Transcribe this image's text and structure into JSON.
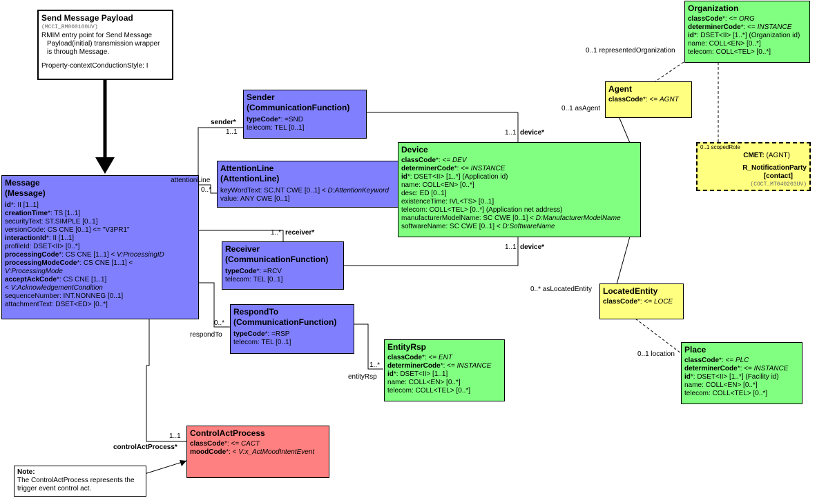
{
  "entry": {
    "title": "Send Message Payload",
    "id": "(MCCI_RM000100UV)",
    "desc1": "RMIM entry point for Send Message",
    "desc2": "Payload(initial) transmission wrapper",
    "desc3": "is through Message.",
    "prop": "Property-contextConductionStyle: I"
  },
  "message": {
    "title1": "Message",
    "title2": "(Message)",
    "attrs": [
      {
        "name": "id",
        "suffix": "*: II [1..1]",
        "bold": true,
        "type": ""
      },
      {
        "name": "creationTime",
        "suffix": "*: TS [1..1]",
        "bold": true,
        "type": ""
      },
      {
        "name": "securityText",
        "suffix": ": ST.SIMPLE [0..1]",
        "bold": false,
        "type": ""
      },
      {
        "name": "versionCode",
        "suffix": ": CS CNE [0..1] <= \"V3PR1\"",
        "bold": false,
        "type": ""
      },
      {
        "name": "interactionId",
        "suffix": "*: II [1..1]",
        "bold": true,
        "type": ""
      },
      {
        "name": "profileId",
        "suffix": ": DSET<II> [0..*]",
        "bold": false,
        "type": ""
      },
      {
        "name": "processingCode",
        "suffix": "*: CS CNE [1..1] < ",
        "bold": true,
        "type": "V:ProcessingID"
      },
      {
        "name": "processingModeCode",
        "suffix": "*: CS CNE [1..1] <",
        "bold": true,
        "type": ""
      },
      {
        "name": "",
        "suffix": "",
        "bold": false,
        "type": "V:ProcessingMode"
      },
      {
        "name": "acceptAckCode",
        "suffix": "*: CS CNE [1..1]",
        "bold": true,
        "type": ""
      },
      {
        "name": "",
        "suffix": " < ",
        "bold": false,
        "type": "V:AcknowledgementCondition"
      },
      {
        "name": "sequenceNumber",
        "suffix": ": INT.NONNEG [0..1]",
        "bold": false,
        "type": ""
      },
      {
        "name": "attachmentText",
        "suffix": ": DSET<ED> [0..*]",
        "bold": false,
        "type": ""
      }
    ]
  },
  "sender": {
    "title1": "Sender",
    "title2": "(CommunicationFunction)",
    "attrs": [
      {
        "name": "typeCode",
        "suffix": "*: =SND",
        "bold": true,
        "type": ""
      },
      {
        "name": "telecom",
        "suffix": ": TEL [0..1]",
        "bold": false,
        "type": ""
      }
    ]
  },
  "attention": {
    "title1": "AttentionLine",
    "title2": "(AttentionLine)",
    "attrs": [
      {
        "name": "keyWordText",
        "suffix": ": SC.NT CWE [0..1] < ",
        "bold": false,
        "type": "D:AttentionKeyword"
      },
      {
        "name": "value",
        "suffix": ": ANY CWE [0..1]",
        "bold": false,
        "type": ""
      }
    ]
  },
  "receiver": {
    "title1": "Receiver",
    "title2": "(CommunicationFunction)",
    "attrs": [
      {
        "name": "typeCode",
        "suffix": "*: =RCV",
        "bold": true,
        "type": ""
      },
      {
        "name": "telecom",
        "suffix": ": TEL [0..1]",
        "bold": false,
        "type": ""
      }
    ]
  },
  "respond": {
    "title1": "RespondTo",
    "title2": "(CommunicationFunction)",
    "attrs": [
      {
        "name": "typeCode",
        "suffix": "*: =RSP",
        "bold": true,
        "type": ""
      },
      {
        "name": "telecom",
        "suffix": ": TEL [0..1]",
        "bold": false,
        "type": ""
      }
    ]
  },
  "device": {
    "title": "Device",
    "attrs": [
      {
        "name": "classCode",
        "suffix": "*: <= ",
        "bold": true,
        "type": "DEV"
      },
      {
        "name": "determinerCode",
        "suffix": "*: <= ",
        "bold": true,
        "type": "INSTANCE"
      },
      {
        "name": "id",
        "suffix": "*: DSET<II> [1..*] (Application id)",
        "bold": true,
        "type": ""
      },
      {
        "name": "name",
        "suffix": ": COLL<EN> [0..*]",
        "bold": false,
        "type": ""
      },
      {
        "name": "desc",
        "suffix": ": ED [0..1]",
        "bold": false,
        "type": ""
      },
      {
        "name": "existenceTime",
        "suffix": ": IVL<TS> [0..1]",
        "bold": false,
        "type": ""
      },
      {
        "name": "telecom",
        "suffix": ": COLL<TEL> [0..*] (Application net address)",
        "bold": false,
        "type": ""
      },
      {
        "name": "manufacturerModelName",
        "suffix": ": SC CWE [0..1] < ",
        "bold": false,
        "type": "D:ManufacturerModelName"
      },
      {
        "name": "softwareName",
        "suffix": ": SC CWE [0..1] < ",
        "bold": false,
        "type": "D:SoftwareName"
      }
    ]
  },
  "organization": {
    "title": "Organization",
    "attrs": [
      {
        "name": "classCode",
        "suffix": "*: <= ",
        "bold": true,
        "type": "ORG"
      },
      {
        "name": "determinerCode",
        "suffix": "*: <= ",
        "bold": true,
        "type": "INSTANCE"
      },
      {
        "name": "id",
        "suffix": "*: DSET<II> [1..*] (Organization id)",
        "bold": true,
        "type": ""
      },
      {
        "name": "name",
        "suffix": ": COLL<EN> [0..*]",
        "bold": false,
        "type": ""
      },
      {
        "name": "telecom",
        "suffix": ": COLL<TEL> [0..*]",
        "bold": false,
        "type": ""
      }
    ]
  },
  "agent": {
    "title": "Agent",
    "attrs": [
      {
        "name": "classCode",
        "suffix": "*: <= ",
        "bold": true,
        "type": "AGNT"
      }
    ]
  },
  "cmet": {
    "label": "CMET:",
    "label2": " (AGNT)",
    "name": "R_NotificationParty",
    "sub": "[contact]",
    "id": "(COCT_MT040203UV)",
    "role": "0..1 scopedRole"
  },
  "located": {
    "title": "LocatedEntity",
    "attrs": [
      {
        "name": "classCode",
        "suffix": "*: <= ",
        "bold": true,
        "type": "LOCE"
      }
    ]
  },
  "place": {
    "title": "Place",
    "attrs": [
      {
        "name": "classCode",
        "suffix": "*: <= ",
        "bold": true,
        "type": "PLC"
      },
      {
        "name": "determinerCode",
        "suffix": "*: <= ",
        "bold": true,
        "type": "INSTANCE"
      },
      {
        "name": "id",
        "suffix": "*: DSET<II> [1..*] (Facility id)",
        "bold": true,
        "type": ""
      },
      {
        "name": "name",
        "suffix": ": COLL<EN> [0..*]",
        "bold": false,
        "type": ""
      },
      {
        "name": "telecom",
        "suffix": ": COLL<TEL> [0..*]",
        "bold": false,
        "type": ""
      }
    ]
  },
  "entityrsp": {
    "title": "EntityRsp",
    "attrs": [
      {
        "name": "classCode",
        "suffix": "*: <= ",
        "bold": true,
        "type": "ENT"
      },
      {
        "name": "determinerCode",
        "suffix": "*: <= ",
        "bold": true,
        "type": "INSTANCE"
      },
      {
        "name": "id",
        "suffix": "*: DSET<II> [1..1]",
        "bold": true,
        "type": ""
      },
      {
        "name": "name",
        "suffix": ": COLL<EN> [0..*]",
        "bold": false,
        "type": ""
      },
      {
        "name": "telecom",
        "suffix": ": COLL<TEL> [0..*]",
        "bold": false,
        "type": ""
      }
    ]
  },
  "control": {
    "title": "ControlActProcess",
    "attrs": [
      {
        "name": "classCode",
        "suffix": "*: <= ",
        "bold": true,
        "type": "CACT"
      },
      {
        "name": "moodCode",
        "suffix": "*: < ",
        "bold": true,
        "type": "V:x_ActMoodIntentEvent"
      }
    ]
  },
  "note": {
    "title": "Note:",
    "line1": "The ControlActProcess represents the",
    "line2": "trigger event control act."
  },
  "labels": {
    "sender_role": "sender*",
    "sender_mult": "1..1",
    "attention_role": "attentionLine",
    "attention_mult": "0..*",
    "receiver_mult": "1..*",
    "receiver_role": "receiver*",
    "respond_mult": "0..*",
    "respond_role": "respondTo",
    "entityrsp_mult": "1..*",
    "entityrsp_role": "entityRsp",
    "control_mult": "1..1",
    "control_role": "controlActProcess*",
    "device1_mult": "1..1",
    "device1_role": "device*",
    "device2_mult": "1..1",
    "device2_role": "device*",
    "org_role": "0..1 representedOrganization",
    "agent_role": "0..1 asAgent",
    "located_role": "0..* asLocatedEntity",
    "location_role": "0..1 location"
  }
}
